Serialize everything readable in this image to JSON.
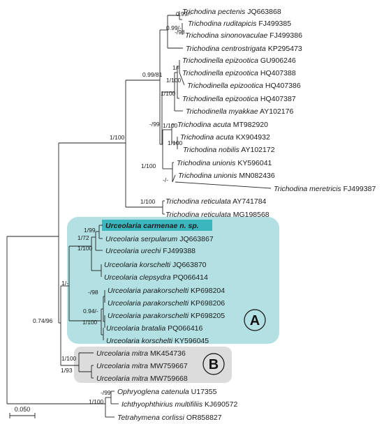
{
  "colors": {
    "clade_a_fill": "#b3e0e3",
    "clade_b_fill": "#dcdcdc",
    "highlight_fill": "#3bb6bf"
  },
  "taxa": [
    {
      "genus": "Trichodina",
      "species": "pectenis",
      "accession": "JQ663868"
    },
    {
      "genus": "Trichodina",
      "species": "ruditapicis",
      "accession": "FJ499385"
    },
    {
      "genus": "Trichodina",
      "species": "sinonovaculae",
      "accession": "FJ499386"
    },
    {
      "genus": "Trichodina",
      "species": "centrostrigata",
      "accession": "KP295473"
    },
    {
      "genus": "Trichodinella",
      "species": "epizootica",
      "accession": "GU906246"
    },
    {
      "genus": "Trichodinella",
      "species": "epizootica",
      "accession": "HQ407388"
    },
    {
      "genus": "Trichodinella",
      "species": "epizootica",
      "accession": "HQ407386"
    },
    {
      "genus": "Trichodinella",
      "species": "epizootica",
      "accession": "HQ407387"
    },
    {
      "genus": "Trichodinella",
      "species": "myakkae",
      "accession": "AY102176"
    },
    {
      "genus": "Trichodina",
      "species": "acuta",
      "accession": "MT982920"
    },
    {
      "genus": "Trichodina",
      "species": "acuta",
      "accession": "KX904932"
    },
    {
      "genus": "Trichodina",
      "species": "nobilis",
      "accession": "AY102172"
    },
    {
      "genus": "Trichodina",
      "species": "unionis",
      "accession": "KY596041"
    },
    {
      "genus": "Trichodina",
      "species": "unionis",
      "accession": "MN082436"
    },
    {
      "genus": "Trichodina",
      "species": "meretricis",
      "accession": "FJ499387"
    },
    {
      "genus": "Trichodina",
      "species": "reticulata",
      "accession": "AY741784"
    },
    {
      "genus": "Trichodina",
      "species": "reticulata",
      "accession": "MG198568"
    },
    {
      "genus": "Urceolaria",
      "species": "carmenae n. sp.",
      "accession": "",
      "highlight": true
    },
    {
      "genus": "Urceolaria",
      "species": "serpularum",
      "accession": "JQ663867"
    },
    {
      "genus": "Urceolaria",
      "species": "urechi",
      "accession": "FJ499388"
    },
    {
      "genus": "Urceolaria",
      "species": "korschelti",
      "accession": "JQ663870"
    },
    {
      "genus": "Urceolaria",
      "species": "clepsydra",
      "accession": "PQ066414"
    },
    {
      "genus": "Urceolaria",
      "species": "parakorschelti",
      "accession": "KP698204"
    },
    {
      "genus": "Urceolaria",
      "species": "parakorschelti",
      "accession": "KP698206"
    },
    {
      "genus": "Urceolaria",
      "species": "parakorschelti",
      "accession": "KP698205"
    },
    {
      "genus": "Urceolaria",
      "species": "bratalia",
      "accession": "PQ066416"
    },
    {
      "genus": "Urceolaria",
      "species": "korschelti",
      "accession": "KY596045"
    },
    {
      "genus": "Urceolaria",
      "species": "mitra",
      "accession": "MK454736"
    },
    {
      "genus": "Urceolaria",
      "species": "mitra",
      "accession": "MW759667"
    },
    {
      "genus": "Urceolaria",
      "species": "mitra",
      "accession": "MW759668"
    },
    {
      "genus": "Ophryoglena",
      "species": "catenula",
      "accession": "U17355"
    },
    {
      "genus": "Ichthyophthirius",
      "species": "multifiliis",
      "accession": "KJ690572"
    },
    {
      "genus": "Tetrahymena",
      "species": "corlissi",
      "accession": "OR858827"
    }
  ],
  "supports": [
    "0.99/-",
    "-/98",
    "0.99/-",
    "0.99/81",
    "1/-",
    "1/100",
    "1/100",
    "-/99",
    "1/100",
    "1/100",
    "1/100",
    "-/-",
    "1/100",
    "1/100",
    "1/99",
    "1/72",
    "1/100",
    "1/-",
    "-/98",
    "0.94/-",
    "1/100",
    "0.74/96",
    "1/100",
    "1/93",
    "-/99",
    "1/100"
  ],
  "clades": {
    "a": "A",
    "b": "B"
  },
  "scale_bar": "0.050"
}
